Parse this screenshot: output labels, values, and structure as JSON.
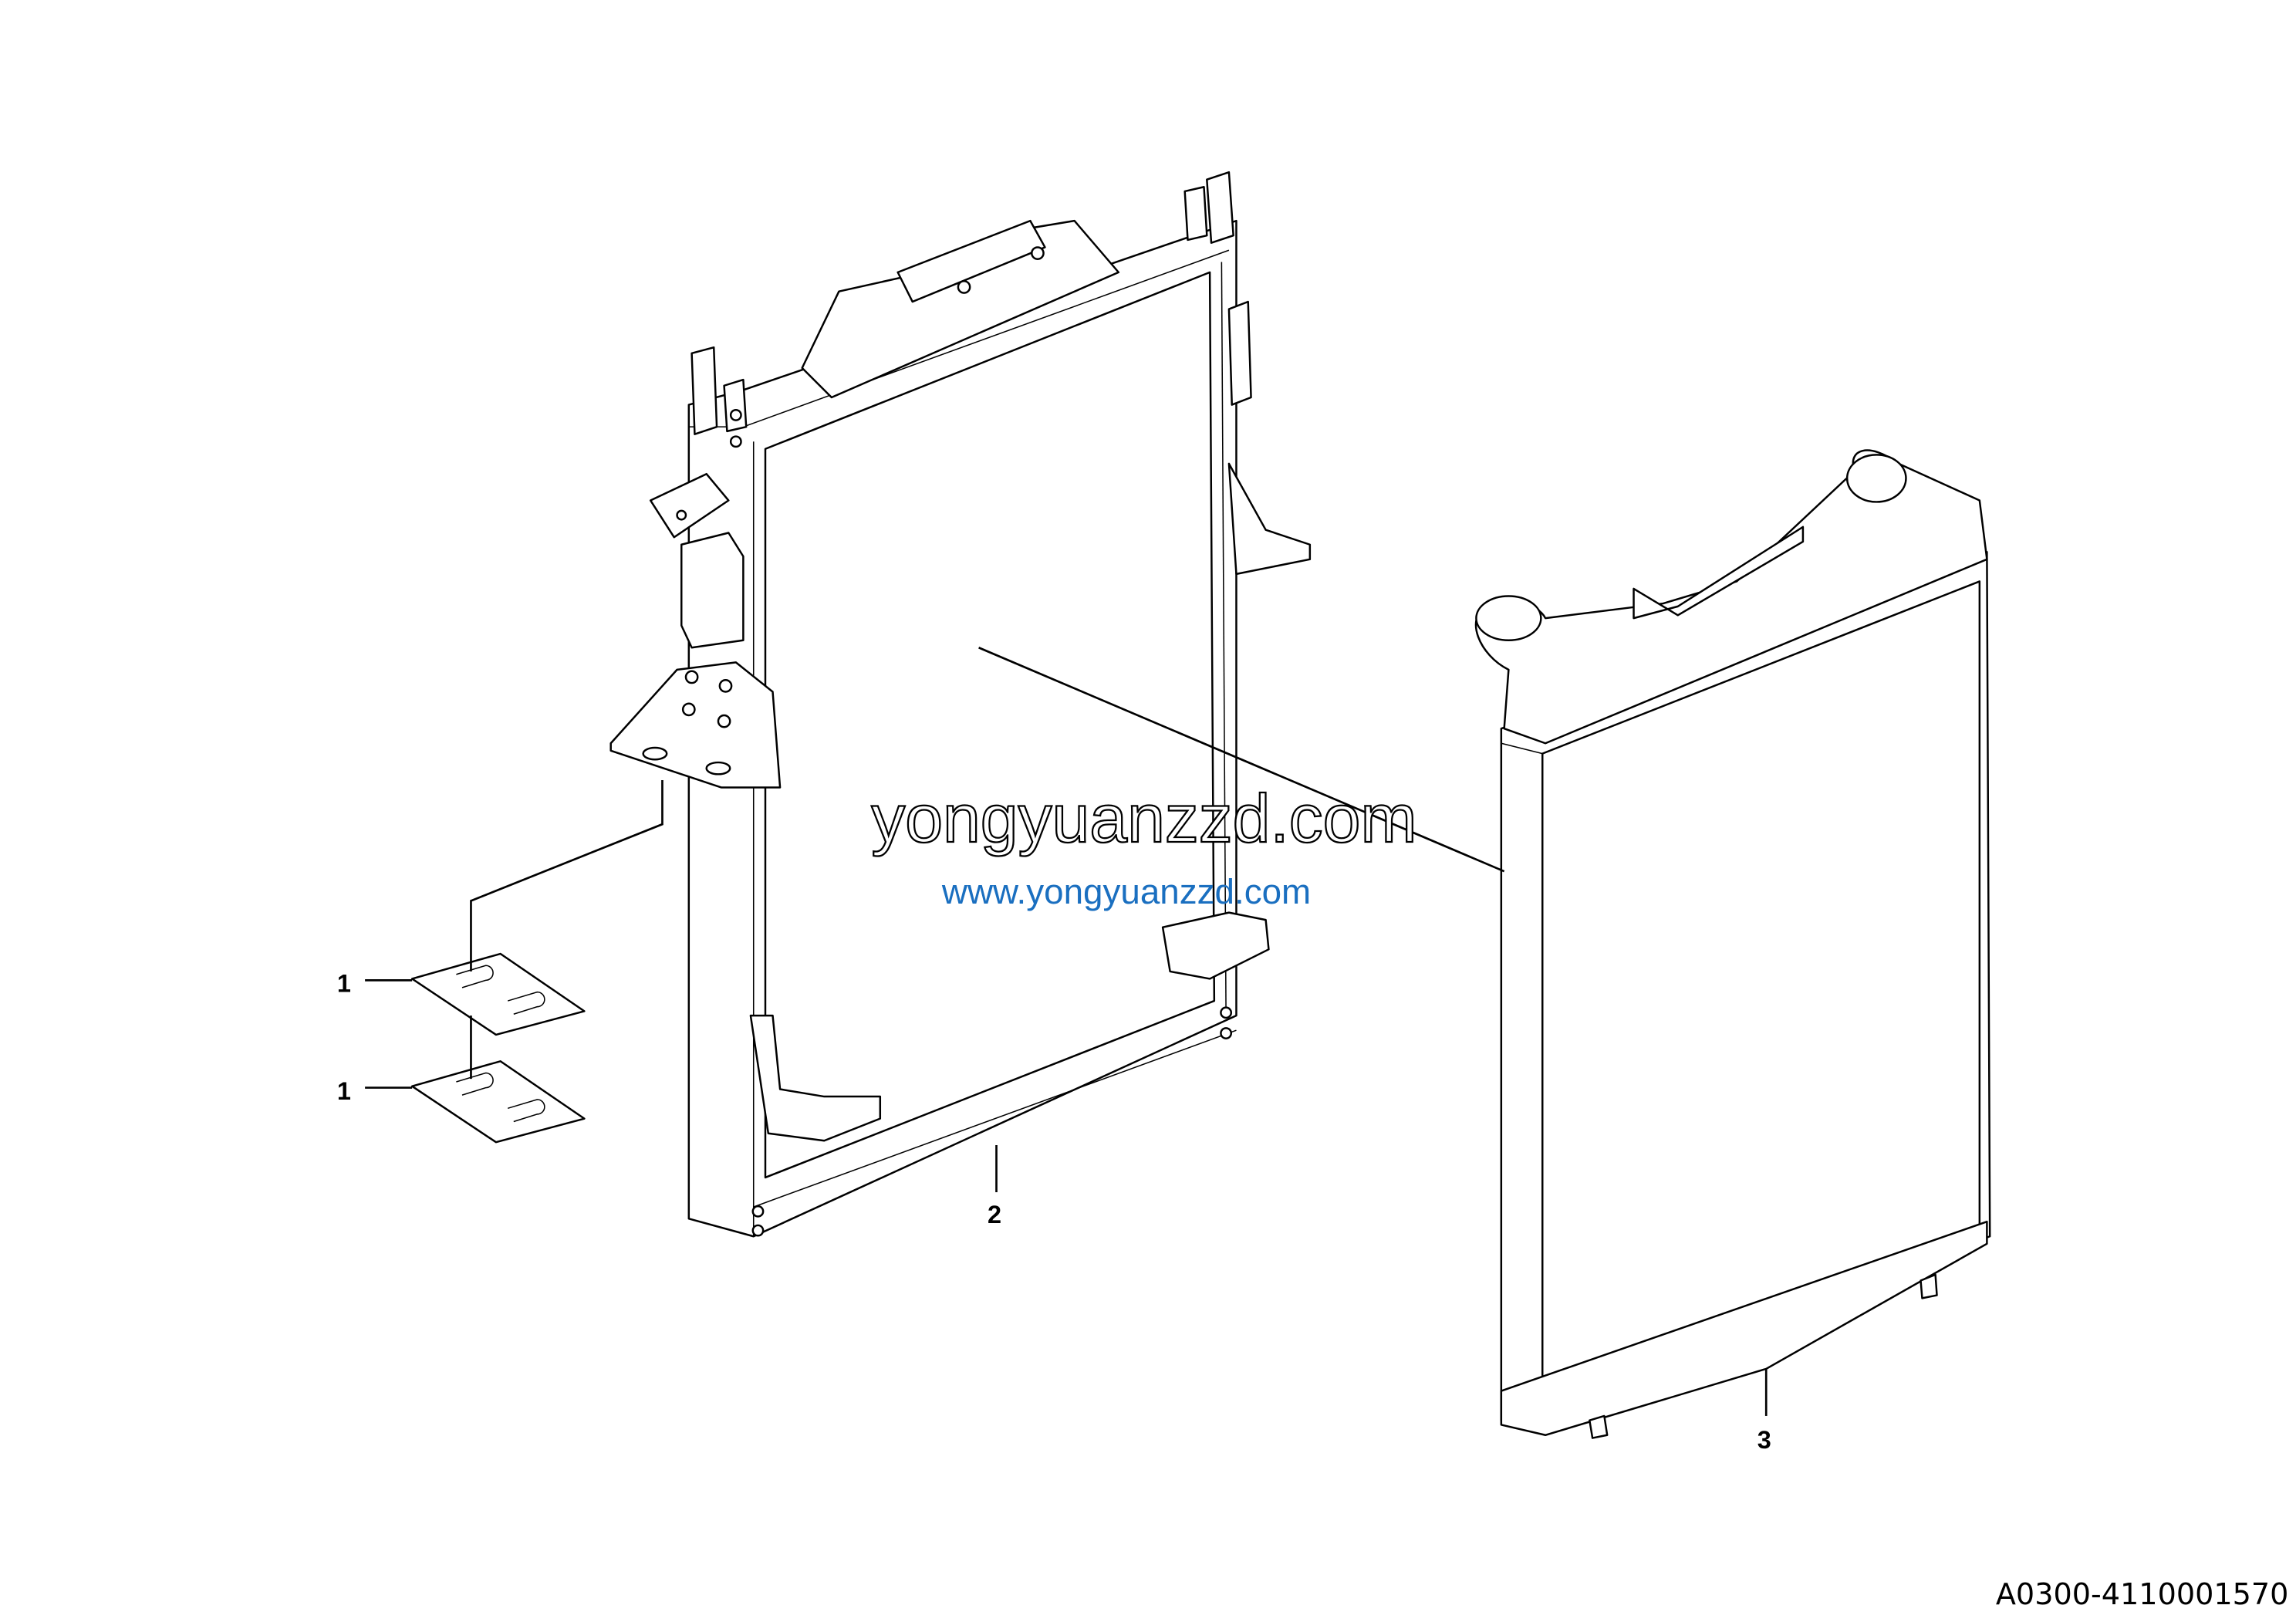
{
  "diagram": {
    "callouts": [
      {
        "label": "1",
        "part": "shim-upper"
      },
      {
        "label": "1",
        "part": "shim-lower"
      },
      {
        "label": "2",
        "part": "radiator-frame"
      },
      {
        "label": "3",
        "part": "intercooler"
      }
    ],
    "watermark_outline": "yongyuanzzd.com",
    "watermark_blue": "www.yongyuanzzd.com",
    "drawing_code": "A0300-4110001570",
    "colors": {
      "line": "#000000",
      "watermark_blue": "#1a6fc0",
      "background": "#ffffff"
    }
  }
}
